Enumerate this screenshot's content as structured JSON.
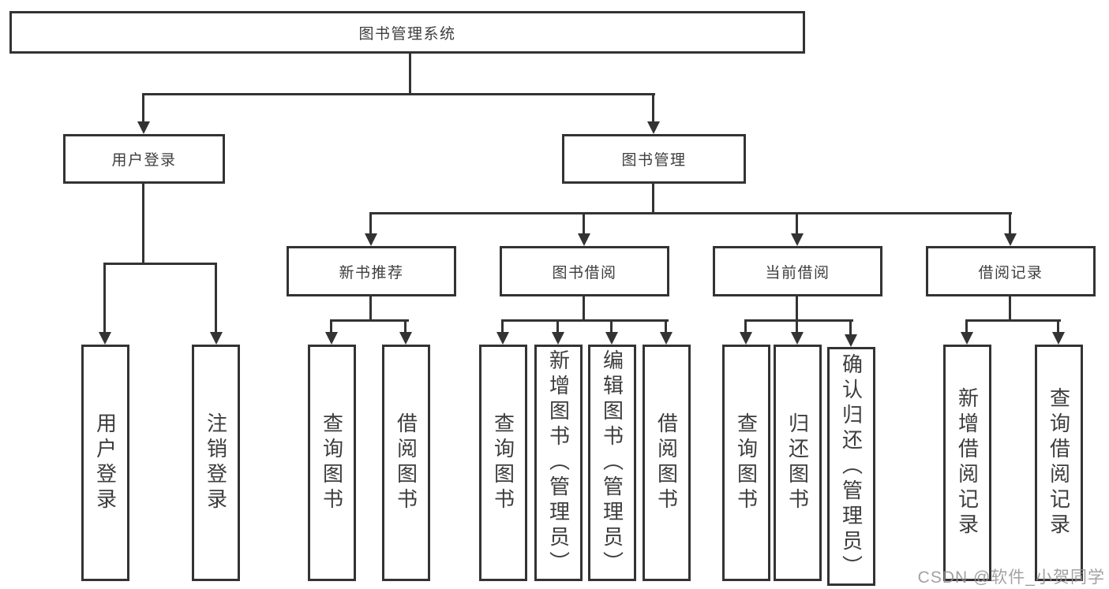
{
  "title": "图书管理系统",
  "nodes": {
    "root": "图书管理系统",
    "user_login": "用户登录",
    "book_mgmt": "图书管理",
    "new_book_rec": "新书推荐",
    "book_borrow": "图书借阅",
    "current_borrow": "当前借阅",
    "borrow_records": "借阅记录"
  },
  "leaves": {
    "user_login_1": "用户登录",
    "user_login_2": "注销登录",
    "new_book_1": "查询图书",
    "new_book_2": "借阅图书",
    "borrow_1": "查询图书",
    "borrow_2": "新增图书（管理员）",
    "borrow_3": "编辑图书（管理员）",
    "borrow_4": "借阅图书",
    "current_1": "查询图书",
    "current_2": "归还图书",
    "current_3": "确认归还（管理员）",
    "records_1": "新增借阅记录",
    "records_2": "查询借阅记录"
  },
  "watermark": {
    "text": "CSDN @软件_小贺同学",
    "color": "#919191"
  },
  "colors": {
    "line": "#333333",
    "text": "#3d3d3d",
    "background": "#ffffff"
  }
}
